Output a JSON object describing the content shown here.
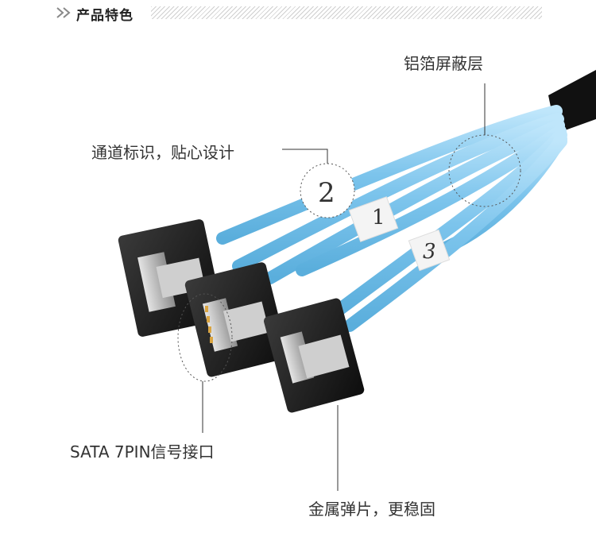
{
  "header": {
    "title": "产品特色"
  },
  "callouts": {
    "shield": "铝箔屏蔽层",
    "channel": "通道标识，贴心设计",
    "sata": "SATA 7PIN信号接口",
    "clip": "金属弹片，更稳固"
  },
  "channel_numbers": [
    "1",
    "2",
    "3"
  ],
  "colors": {
    "cable": "#86c9ee",
    "connector": "#1b1b1b",
    "clip": "#bdbdbd",
    "leader": "#333333"
  }
}
